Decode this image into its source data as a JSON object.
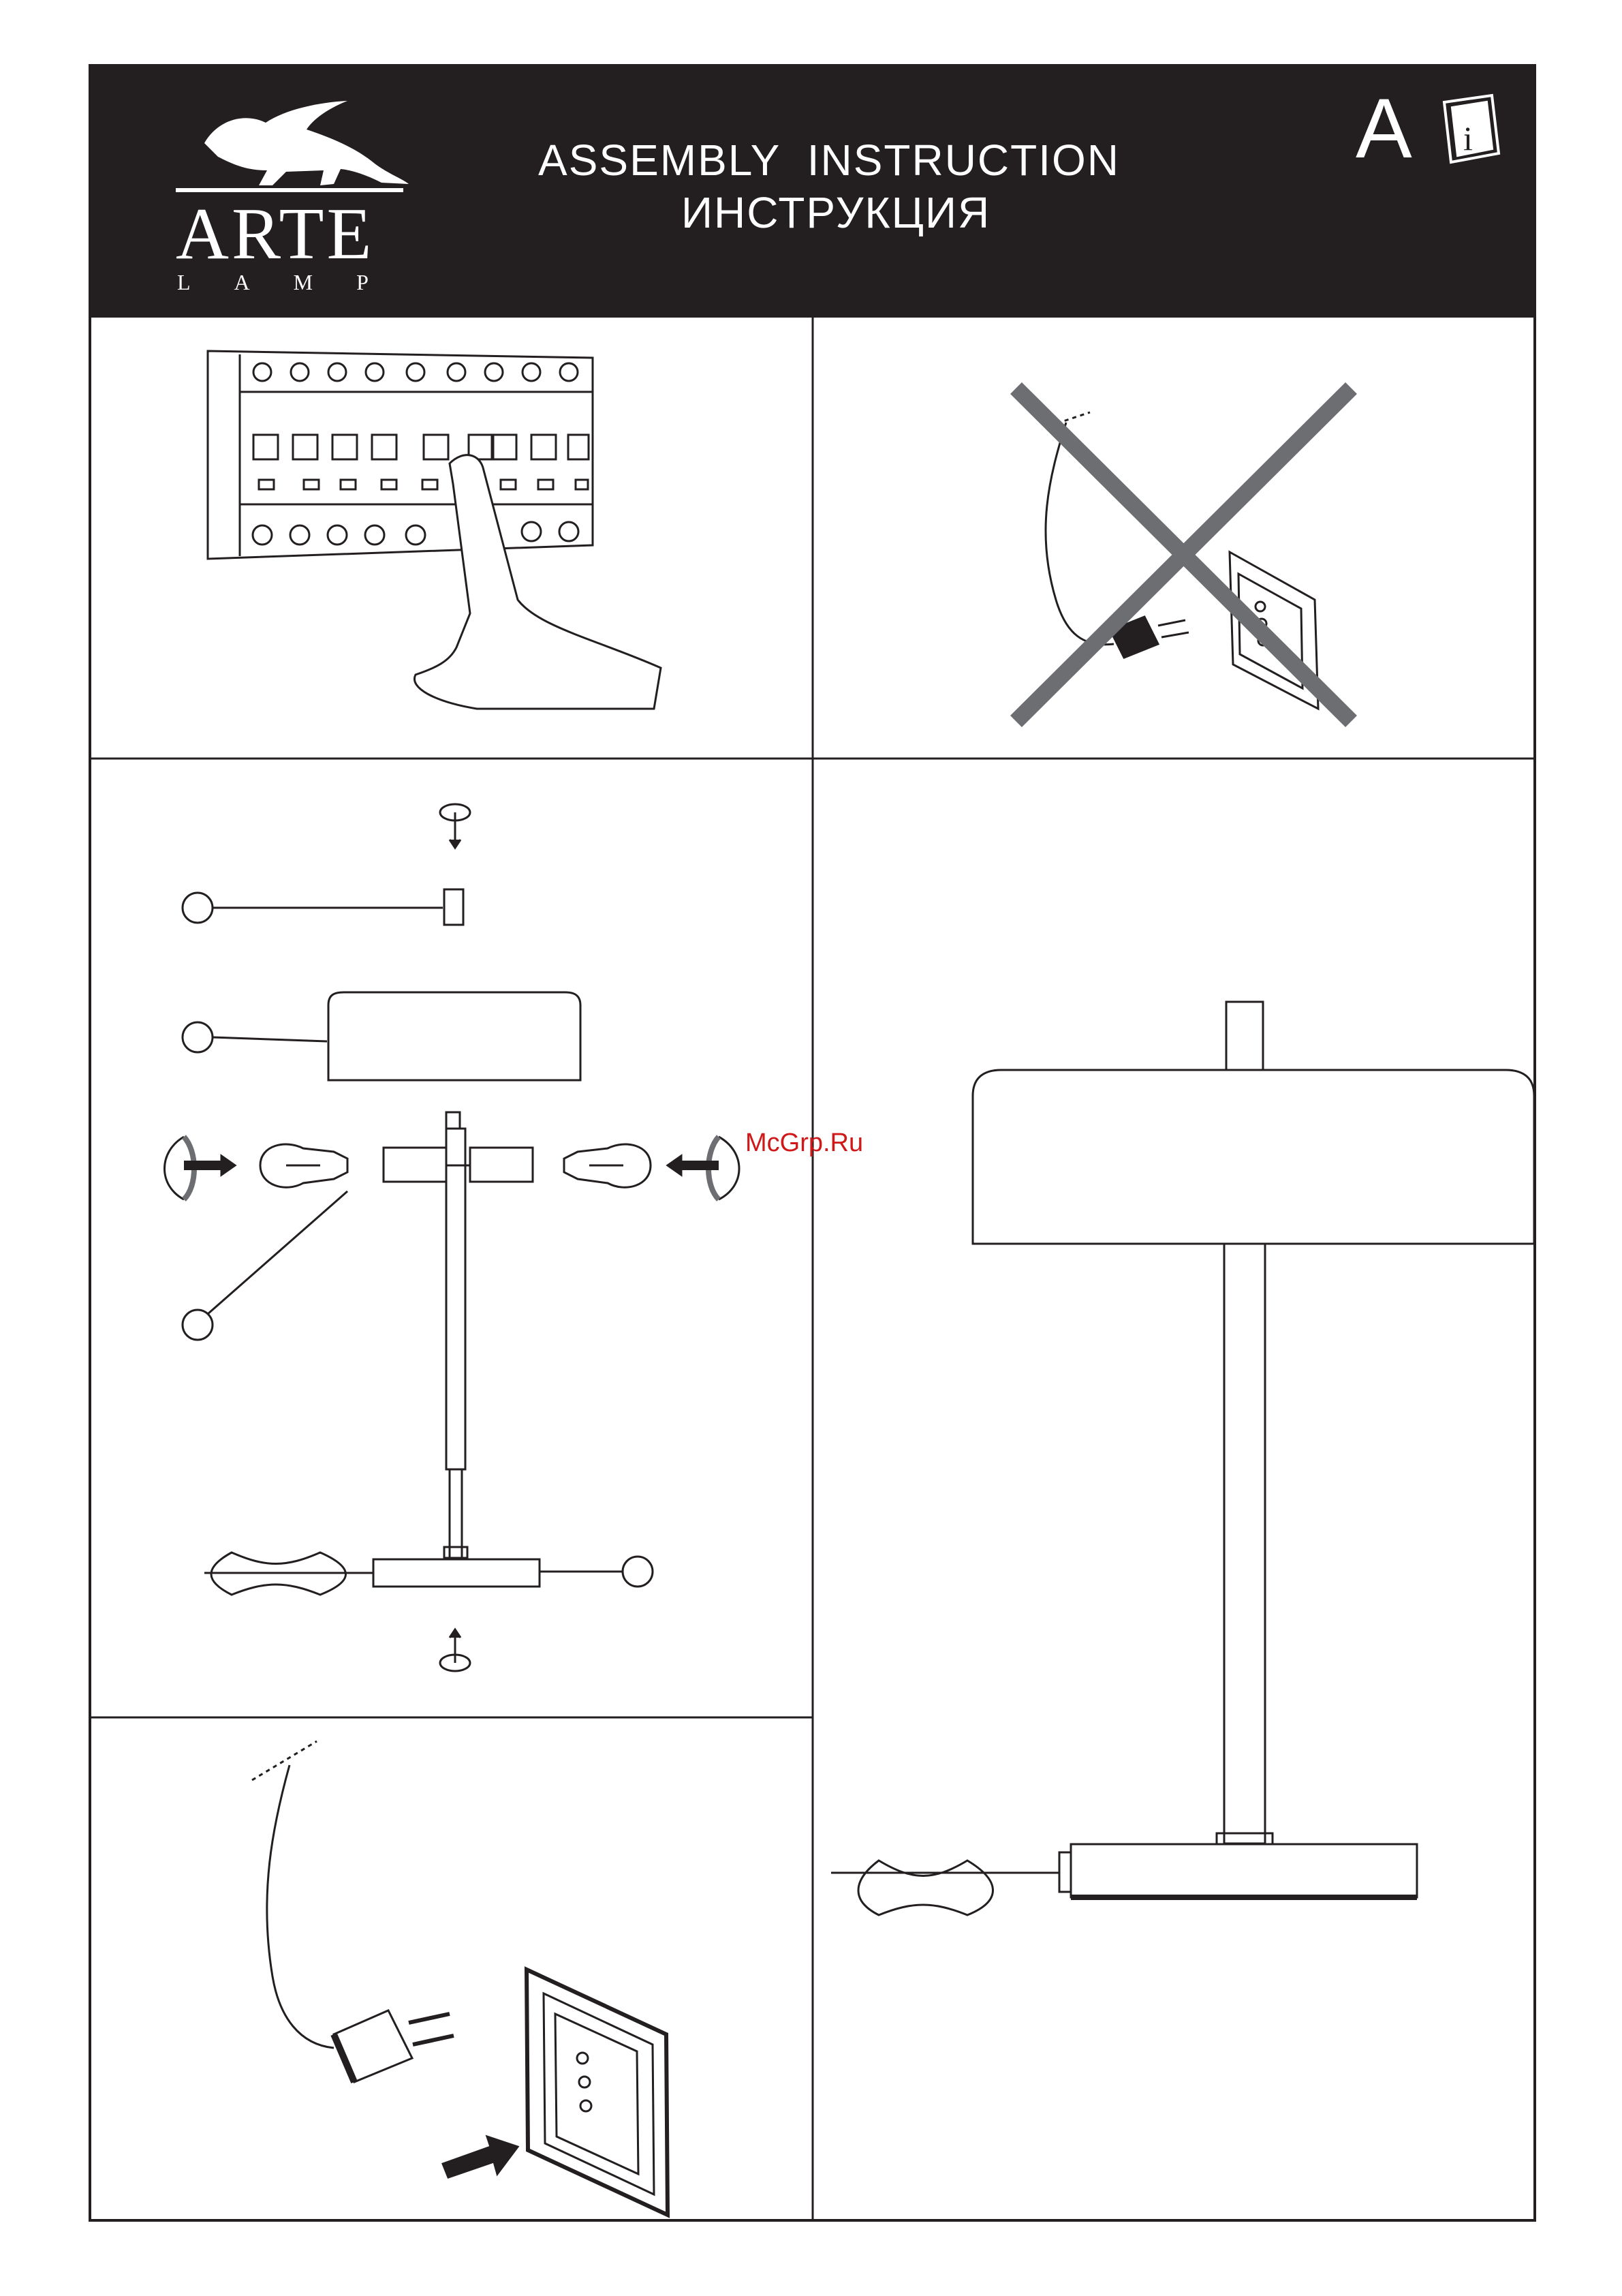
{
  "header": {
    "brand": "ARTE",
    "brand_sub": "LAMP",
    "title_en": "ASSEMBLY  INSTRUCTION",
    "title_ru": "ИНСТРУКЦИЯ",
    "section_letter": "A"
  },
  "watermark": "McGrp.Ru",
  "icons": [
    "griffin-logo-icon",
    "info-manual-icon",
    "circuit-breaker-icon",
    "hand-icon",
    "prohibited-cross-icon",
    "plug-icon",
    "wall-socket-icon",
    "rotate-arrow-icon",
    "light-bulb-icon",
    "lamp-shade-icon",
    "lamp-base-icon",
    "push-arrow-icon"
  ],
  "colors": {
    "ink": "#231f20",
    "cross": "#6d6e71",
    "watermark": "#d01818"
  }
}
